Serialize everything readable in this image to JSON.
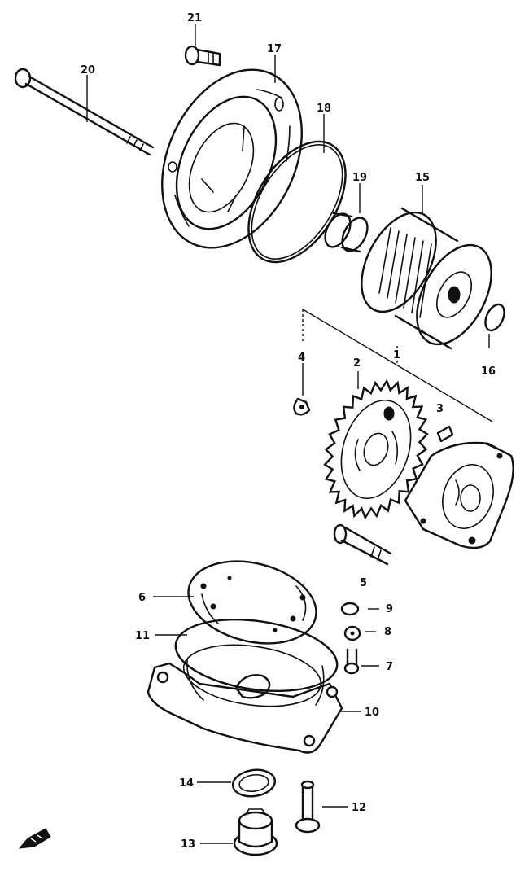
{
  "labels": {
    "p1": "1",
    "p2": "2",
    "p3": "3",
    "p4": "4",
    "p5": "5",
    "p6": "6",
    "p7": "7",
    "p8": "8",
    "p9": "9",
    "p10": "10",
    "p11": "11",
    "p12": "12",
    "p13": "13",
    "p14": "14",
    "p15": "15",
    "p16": "16",
    "p17": "17",
    "p18": "18",
    "p19": "19",
    "p20": "20",
    "p21": "21"
  },
  "icons": {
    "front_marker": "front-arrow-icon"
  },
  "colors": {
    "ink": "#111111",
    "paper": "#ffffff"
  }
}
